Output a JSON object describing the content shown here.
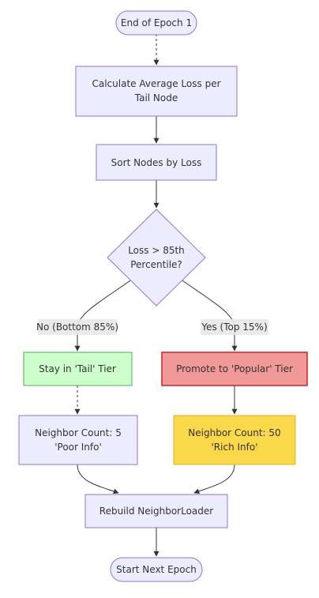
{
  "colors": {
    "default_fill": "#ececff",
    "default_stroke": "#9370db",
    "edge": "#333333",
    "text": "#333333",
    "tail_fill": "#ccffcc",
    "tail_stroke": "#4caf50",
    "popular_fill": "#f19999",
    "popular_stroke": "#cc2222",
    "rich_fill": "#f9d84a",
    "rich_stroke": "#e0b52a"
  },
  "nodes": {
    "end_epoch": "End of Epoch 1",
    "calc_loss_line1": "Calculate Average Loss per",
    "calc_loss_line2": "Tail Node",
    "sort_nodes": "Sort Nodes by Loss",
    "decision_line1": "Loss > 85th",
    "decision_line2": "Percentile?",
    "stay_tail": "Stay in 'Tail' Tier",
    "promote_popular": "Promote to 'Popular' Tier",
    "neighbor5_line1": "Neighbor Count: 5",
    "neighbor5_line2": "'Poor Info'",
    "neighbor50_line1": "Neighbor Count: 50",
    "neighbor50_line2": "'Rich Info'",
    "rebuild": "Rebuild NeighborLoader",
    "start_next": "Start Next Epoch"
  },
  "edge_labels": {
    "no_branch": "No (Bottom 85%)",
    "yes_branch": "Yes (Top 15%)"
  }
}
